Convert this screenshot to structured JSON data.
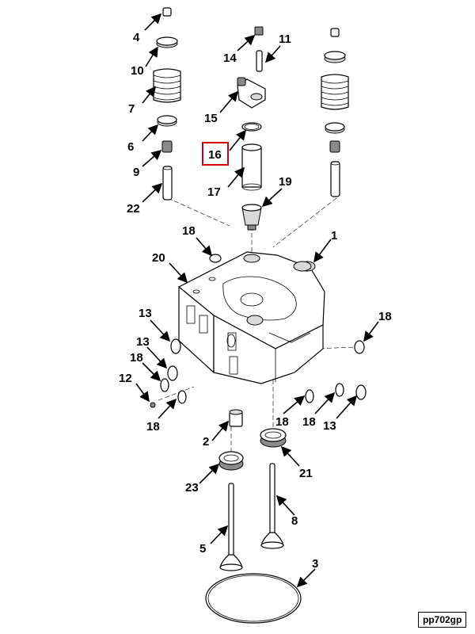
{
  "figure": {
    "reference_code": "pp702gp",
    "highlighted_callout": "16",
    "highlight_color": "#cc0000",
    "callouts": [
      "1",
      "2",
      "3",
      "4",
      "5",
      "6",
      "7",
      "8",
      "9",
      "10",
      "11",
      "12",
      "13",
      "13",
      "13",
      "14",
      "15",
      "16",
      "17",
      "18",
      "18",
      "18",
      "18",
      "18",
      "18",
      "19",
      "20",
      "21",
      "22",
      "23"
    ]
  }
}
